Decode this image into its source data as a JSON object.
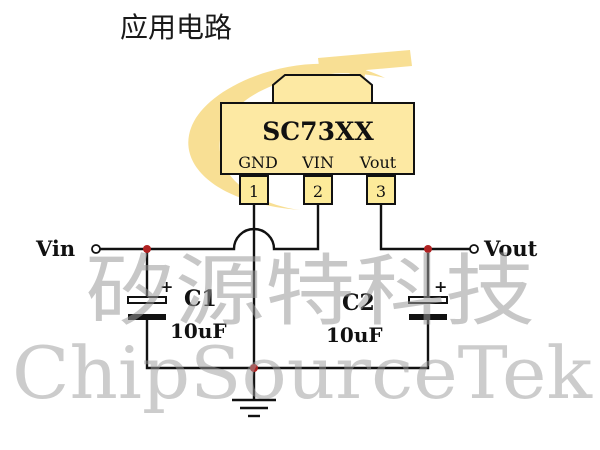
{
  "title": "应用电路",
  "chip": {
    "name": "SC73XX",
    "pin_names": [
      "GND",
      "VIN",
      "Vout"
    ],
    "pin_numbers": [
      "1",
      "2",
      "3"
    ]
  },
  "terminals": {
    "input": "Vin",
    "output": "Vout"
  },
  "capacitors": [
    {
      "ref": "C1",
      "value": "10uF"
    },
    {
      "ref": "C2",
      "value": "10uF"
    }
  ],
  "polarity_mark": "+",
  "watermark": {
    "chinese": "矽源特科技",
    "english": "ChipSourceTek"
  },
  "colors": {
    "logo": "#f3c53d",
    "chip_fill": "#fde9a3",
    "pin_fill": "#fdeb9a",
    "junction_dot": "#b02222",
    "watermark": "#9a9a9a"
  },
  "icons": {
    "logo": "chipsourcetek-logo-icon",
    "ground": "ground-icon"
  }
}
